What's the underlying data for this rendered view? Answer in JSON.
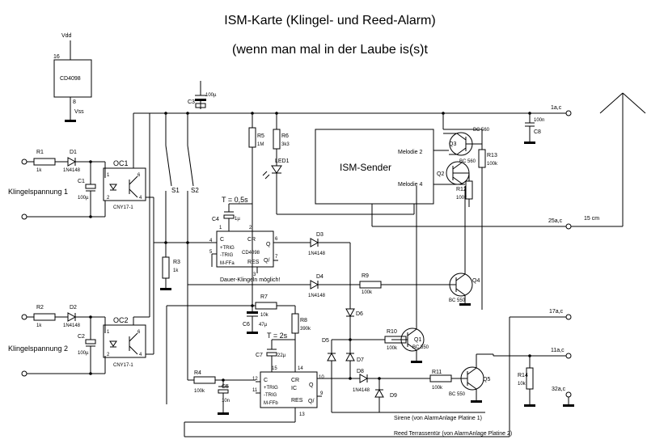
{
  "title": "ISM-Karte (Klingel- und Reed-Alarm)",
  "subtitle": "(wenn man mal in der Laube is(s)t",
  "power": {
    "vdd": "Vdd",
    "vss": "Vss",
    "chip": "CD4098",
    "pin16": "16",
    "pin8": "8"
  },
  "inputs": {
    "in1": "Klingelspannung 1",
    "in2": "Klingelspannung 2"
  },
  "module": {
    "name": "ISM-Sender",
    "m2": "Melodie 2",
    "m4": "Melodie 4"
  },
  "antenna": {
    "len": "15 cm"
  },
  "connectors": {
    "c1": "1a,c",
    "c25": "25a,c",
    "c17": "17a,c",
    "c11": "11a,c",
    "c32": "32a,c"
  },
  "notes": {
    "dauer": "Dauer-Klingeln möglich!",
    "sirene": "Sirene (von AlarmAnlage Platine 1)",
    "reed": "Reed Terrassentür (von AlarmAnlage Platine 2)",
    "t1": "T = 0,5s",
    "t2": "T = 2s"
  },
  "labels": {
    "R1": "R1",
    "R1v": "1k",
    "D1": "D1",
    "D1v": "1N4148",
    "C1": "C1",
    "C1v": "100µ",
    "OC1": "OC1",
    "OC1v": "CNY17-1",
    "R2": "R2",
    "R2v": "1k",
    "D2": "D2",
    "D2v": "1N4148",
    "C2": "C2",
    "C2v": "100µ",
    "OC2": "OC2",
    "OC2v": "CNY17-1",
    "S1": "S1",
    "S2": "S2",
    "R3": "R3",
    "R3v": "1k",
    "C3": "C3",
    "C3v": "100µ",
    "R5": "R5",
    "R5v": "1M",
    "R6": "R6",
    "R6v": "3k3",
    "LED1": "LED1",
    "C4": "C4",
    "C4v": "1µ",
    "U1": "CD4098",
    "U1t": "M-FFa",
    "U2t": "M-FFb",
    "C": "C",
    "CR": "CR",
    "IC": "IC",
    "Q": "Q",
    "Qn": "Q/",
    "RES": "RES",
    "TRIGp": "+TRIG",
    "TRIGm": "-TRIG",
    "D3": "D3",
    "D3v": "1N4148",
    "D4": "D4",
    "D4v": "1N4148",
    "R9": "R9",
    "R9v": "100k",
    "Q4": "Q4",
    "Q4v": "BC 550",
    "R7": "R7",
    "R7v": "10k",
    "C6": "C6",
    "C6v": "47µ",
    "R8": "R8",
    "R8v": "390k",
    "D6": "D6",
    "C7": "C7",
    "C7v": "22µ",
    "R10": "R10",
    "R10v": "100k",
    "Q1": "Q1",
    "Q1v": "BC 550",
    "D5": "D5",
    "D7": "D7",
    "D8": "D8",
    "D8v": "1N4148",
    "D9": "D9",
    "R4": "R4",
    "R4v": "100k",
    "C5": "C5",
    "C5v": "10n",
    "R11": "R11",
    "R11v": "100k",
    "Q5": "Q5",
    "Q5v": "BC 550",
    "R14": "R14",
    "R14v": "10k",
    "Q3": "Q3",
    "Q3v": "BC 560",
    "Q2": "Q2",
    "Q2v": "BC 560",
    "R13": "R13",
    "R13v": "100k",
    "R12": "R12",
    "R12v": "100k",
    "C8": "C8",
    "C8v": "100n",
    "p1": "1",
    "p2": "2",
    "p3": "3",
    "p4": "4",
    "p5": "5",
    "p6": "6",
    "p7": "7",
    "p9": "9",
    "p10": "10",
    "p11": "11",
    "p12": "12",
    "p13": "13",
    "p14": "14",
    "p15": "15"
  }
}
